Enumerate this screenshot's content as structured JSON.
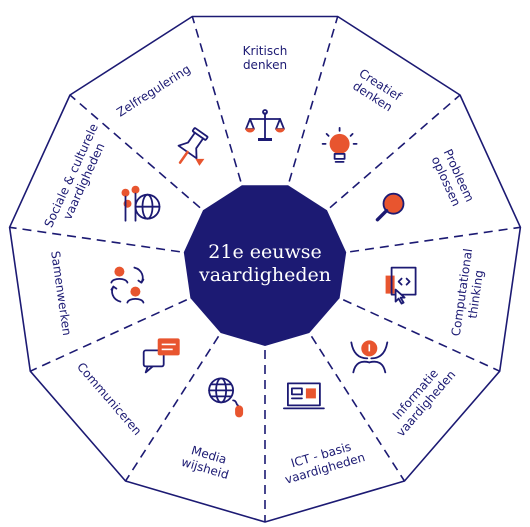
{
  "center": {
    "line1": "21e eeuwse",
    "line2": "vaardigheden"
  },
  "segments": [
    {
      "lines": [
        "Kritisch",
        "denken"
      ],
      "icon": "scales-icon"
    },
    {
      "lines": [
        "Creatief",
        "denken"
      ],
      "icon": "lightbulb-icon"
    },
    {
      "lines": [
        "Probleem",
        "oplossen"
      ],
      "icon": "magnifier-icon"
    },
    {
      "lines": [
        "Computational",
        "thinking"
      ],
      "icon": "computer-cursor-icon"
    },
    {
      "lines": [
        "Informatie",
        "vaardigheden"
      ],
      "icon": "hands-info-icon"
    },
    {
      "lines": [
        "ICT - basis",
        "vaardigheden"
      ],
      "icon": "laptop-icon"
    },
    {
      "lines": [
        "Media",
        "wijsheid"
      ],
      "icon": "globe-mouse-icon"
    },
    {
      "lines": [
        "Communiceren"
      ],
      "icon": "speech-bubbles-icon"
    },
    {
      "lines": [
        "Samenwerken"
      ],
      "icon": "people-cycle-icon"
    },
    {
      "lines": [
        "Sociale & culturele",
        "vaardigheden"
      ],
      "icon": "people-globe-icon"
    },
    {
      "lines": [
        "Zelfregulering"
      ],
      "icon": "pushpin-icon"
    }
  ],
  "colors": {
    "navy": "#1c1a73",
    "accent": "#e8552f",
    "background": "#ffffff"
  }
}
